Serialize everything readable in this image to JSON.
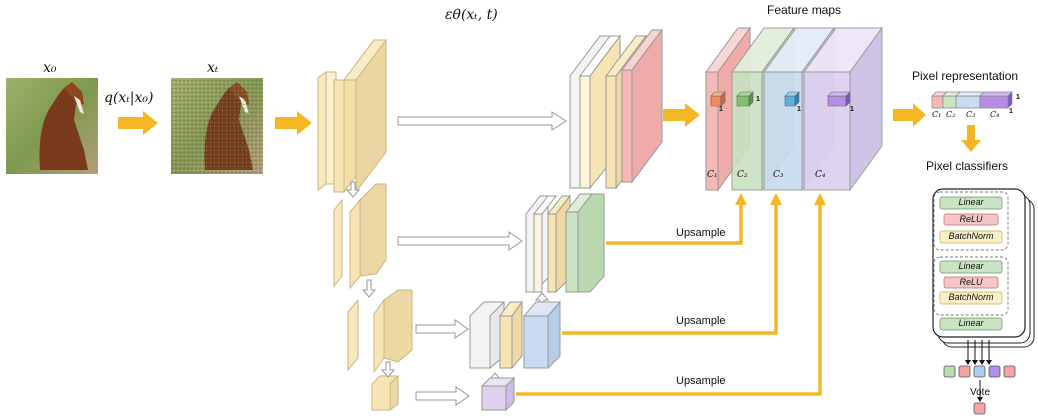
{
  "input": {
    "x0": "x₀",
    "xt": "xₜ",
    "forward": "q(xₜ|x₀)",
    "model": "εθ(xₜ, t)"
  },
  "upsample": [
    "Upsample",
    "Upsample",
    "Upsample"
  ],
  "feature_maps": {
    "title": "Feature maps",
    "channels": [
      "C₁",
      "C₂",
      "C₃",
      "C₄"
    ],
    "one": "1"
  },
  "pixel_rep": {
    "title": "Pixel representation",
    "channels": [
      "C₁",
      "C₂",
      "C₃",
      "C₄"
    ],
    "one": "1"
  },
  "classifiers": {
    "title": "Pixel classifiers",
    "layers": [
      "Linear",
      "ReLU",
      "BatchNorm",
      "Linear",
      "ReLU",
      "BatchNorm",
      "Linear"
    ]
  },
  "vote": "Vote",
  "colors": {
    "yellow": "#f6e5b4",
    "red": "#f4b8b8",
    "green": "#c9e2c1",
    "blue": "#c9dbf0",
    "purple": "#ddd1ee",
    "arrow": "#f5b623"
  }
}
